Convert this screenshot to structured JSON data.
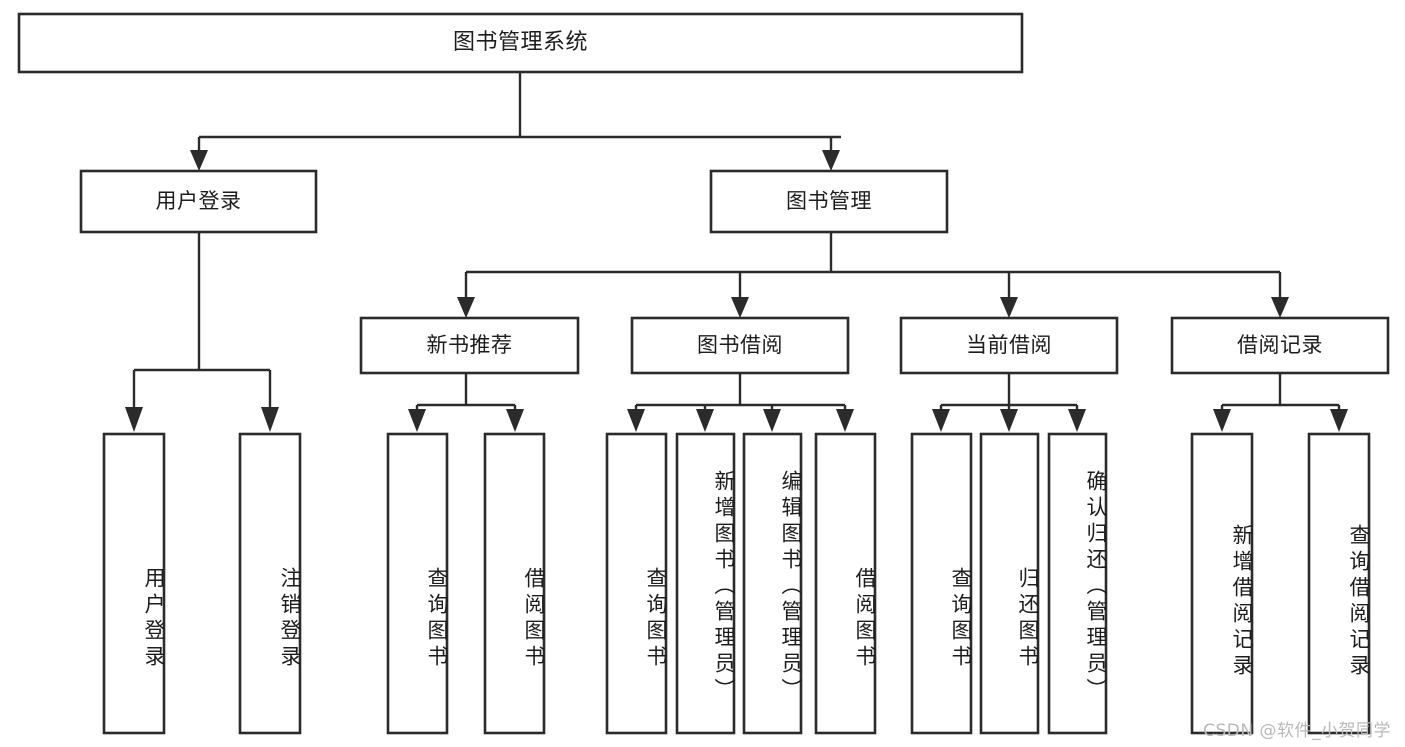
{
  "diagram": {
    "type": "hierarchy-tree",
    "title": "图书管理系统",
    "colors": {
      "background": "#ffffff",
      "box_stroke": "#2b2b2b",
      "box_fill": "#ffffff",
      "text": "#1d1d1d",
      "watermark": "#b9b9b9"
    },
    "levels": {
      "level1": {
        "label": "图书管理系统"
      },
      "level2": [
        {
          "label": "用户登录"
        },
        {
          "label": "图书管理"
        }
      ],
      "level3": [
        {
          "label": "新书推荐"
        },
        {
          "label": "图书借阅"
        },
        {
          "label": "当前借阅"
        },
        {
          "label": "借阅记录"
        }
      ],
      "level4": [
        {
          "label": "用户登录",
          "parent": "用户登录"
        },
        {
          "label": "注销登录",
          "parent": "用户登录"
        },
        {
          "label": "查询图书",
          "parent": "新书推荐"
        },
        {
          "label": "借阅图书",
          "parent": "新书推荐"
        },
        {
          "label": "查询图书",
          "parent": "图书借阅"
        },
        {
          "label": "新增图书（管理员）",
          "parent": "图书借阅"
        },
        {
          "label": "编辑图书（管理员）",
          "parent": "图书借阅"
        },
        {
          "label": "借阅图书",
          "parent": "图书借阅"
        },
        {
          "label": "查询图书",
          "parent": "当前借阅"
        },
        {
          "label": "归还图书",
          "parent": "当前借阅"
        },
        {
          "label": "确认归还（管理员）",
          "parent": "当前借阅"
        },
        {
          "label": "新增借阅记录",
          "parent": "借阅记录"
        },
        {
          "label": "查询借阅记录",
          "parent": "借阅记录"
        }
      ]
    }
  },
  "watermark": {
    "text": "CSDN @软件_小贺同学"
  }
}
